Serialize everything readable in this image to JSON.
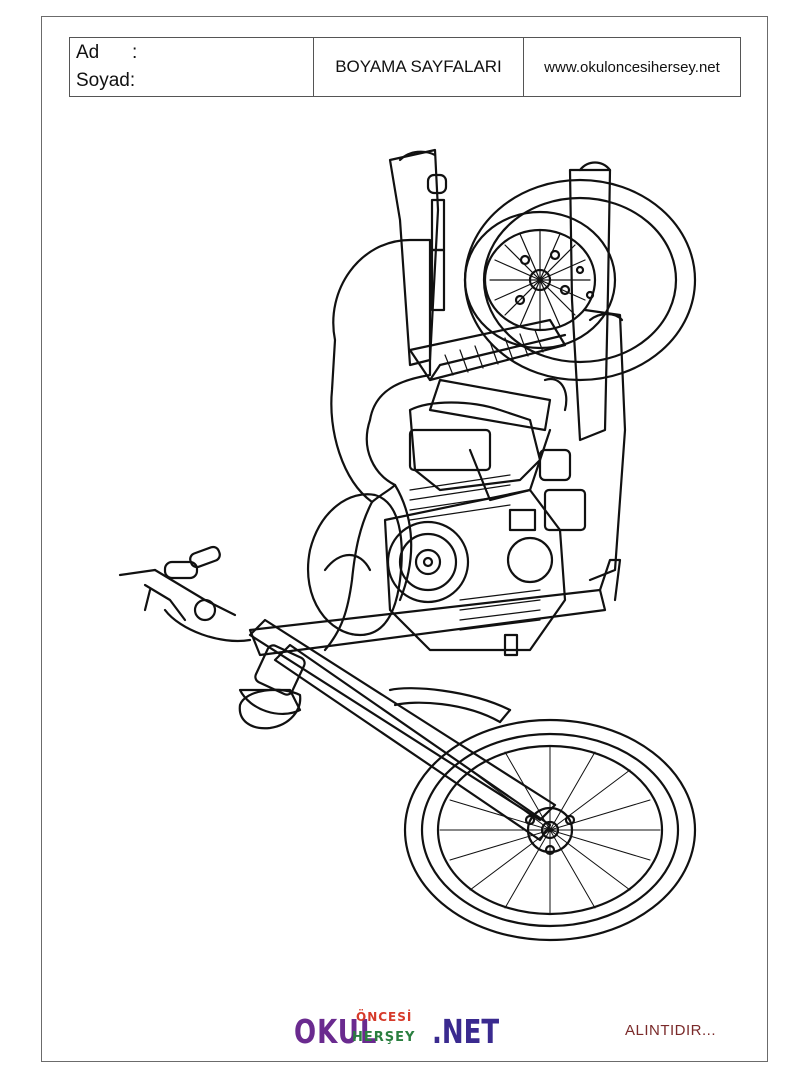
{
  "header": {
    "name_label": "Ad",
    "name_colon": ":",
    "surname_label": "Soyad:",
    "title": "BOYAMA SAYFALARI",
    "website": "www.okuloncesihersey.net"
  },
  "drawing": {
    "subject": "motorcycle-coloring-outline"
  },
  "footer": {
    "logo_okul": "OKUL",
    "logo_oncesi": "ÖNCESİ",
    "logo_hersey": "HERŞEY",
    "logo_net": ".NET",
    "credit": "ALINTIDIR..."
  }
}
